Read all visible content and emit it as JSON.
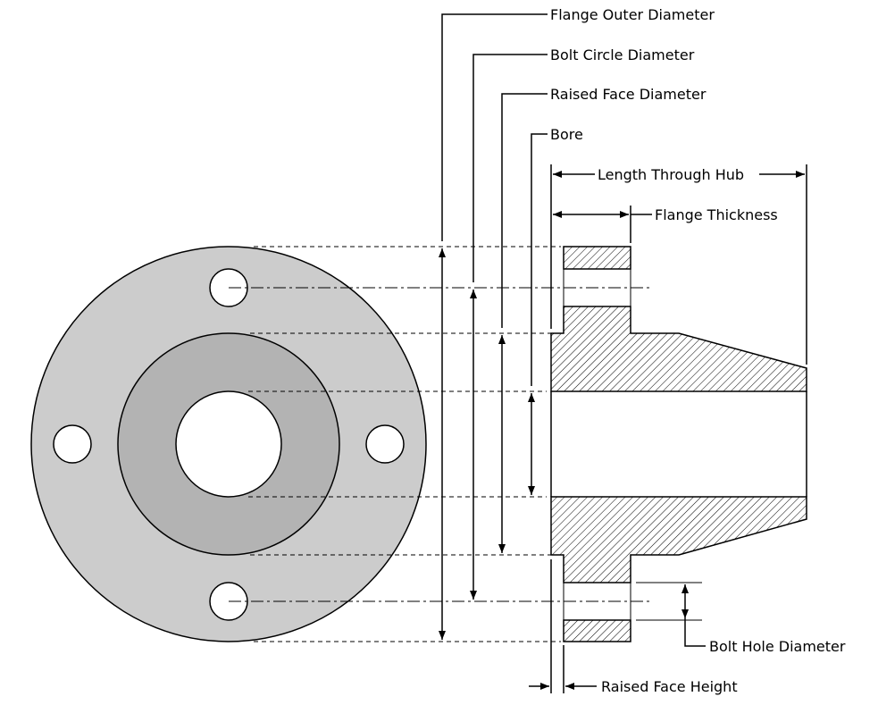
{
  "diagram": {
    "labels": {
      "flange_outer_diameter": "Flange Outer Diameter",
      "bolt_circle_diameter": "Bolt Circle Diameter",
      "raised_face_diameter": "Raised Face Diameter",
      "bore": "Bore",
      "length_through_hub": "Length Through Hub",
      "flange_thickness": "Flange Thickness",
      "bolt_hole_diameter": "Bolt Hole Diameter",
      "raised_face_height": "Raised Face Height"
    },
    "colors": {
      "flange_face": "#cccccc",
      "raised_face": "#b3b3b3",
      "hole": "#ffffff",
      "line": "#000000"
    },
    "bolt_hole_count": 4
  }
}
